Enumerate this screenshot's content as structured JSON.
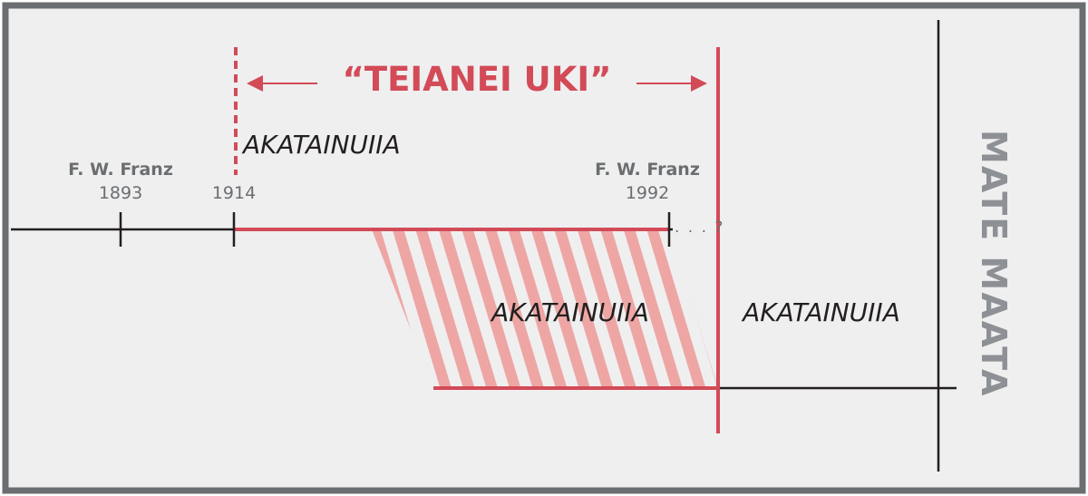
{
  "colors": {
    "frame": "#6b6e70",
    "background": "#efeff0",
    "accent_red": "#d24b57",
    "hatch_pink": "#eea6a4",
    "line_black": "#231f20",
    "text_gray": "#6b6e70"
  },
  "title": "“TEIANEI UKI”",
  "left_generation_label": "AKATAINUIIA",
  "middle_generation_label": "AKATAINUIIA",
  "right_generation_label": "AKATAINUIIA",
  "end_label": "MATE MAATA",
  "continuation_marker": ". . . ?",
  "timeline_markers": [
    {
      "name": "F. W. Franz",
      "year": "1893"
    },
    {
      "name": "",
      "year": "1914"
    },
    {
      "name": "F. W. Franz",
      "year": "1992"
    }
  ],
  "icons": {
    "left_arrow": "arrow-left-icon",
    "right_arrow": "arrow-right-icon"
  }
}
